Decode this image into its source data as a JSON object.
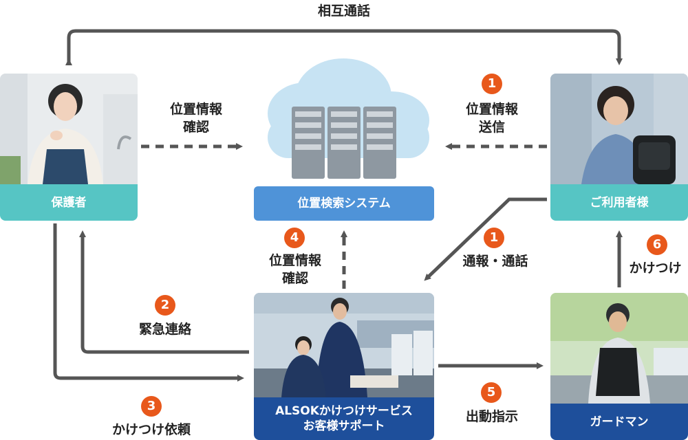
{
  "labels": {
    "mutual_call": "相互通話",
    "location_check_top": [
      "位置情報",
      "確認"
    ],
    "location_send": [
      "位置情報",
      "送信"
    ],
    "location_check_mid": [
      "位置情報",
      "確認"
    ],
    "report_call": "通報・通話",
    "emergency_contact": "緊急連絡",
    "rush_request": "かけつけ依頼",
    "dispatch_order": "出動指示",
    "rush": "かけつけ"
  },
  "badges": {
    "location_send": "1",
    "report_call": "1",
    "emergency_contact": "2",
    "rush_request": "3",
    "location_check_mid": "4",
    "dispatch_order": "5",
    "rush": "6"
  },
  "nodes": {
    "guardian": "保護者",
    "location_system": "位置検索システム",
    "user": "ご利用者様",
    "alsok_support": [
      "ALSOKかけつけサービス",
      "お客様サポート"
    ],
    "guardman": "ガードマン"
  },
  "colors": {
    "arrow": "#555555",
    "badge": "#e8581b",
    "teal": "#56c5c4",
    "navy": "#1e4f9b",
    "system_blue": "#4f93d8"
  }
}
